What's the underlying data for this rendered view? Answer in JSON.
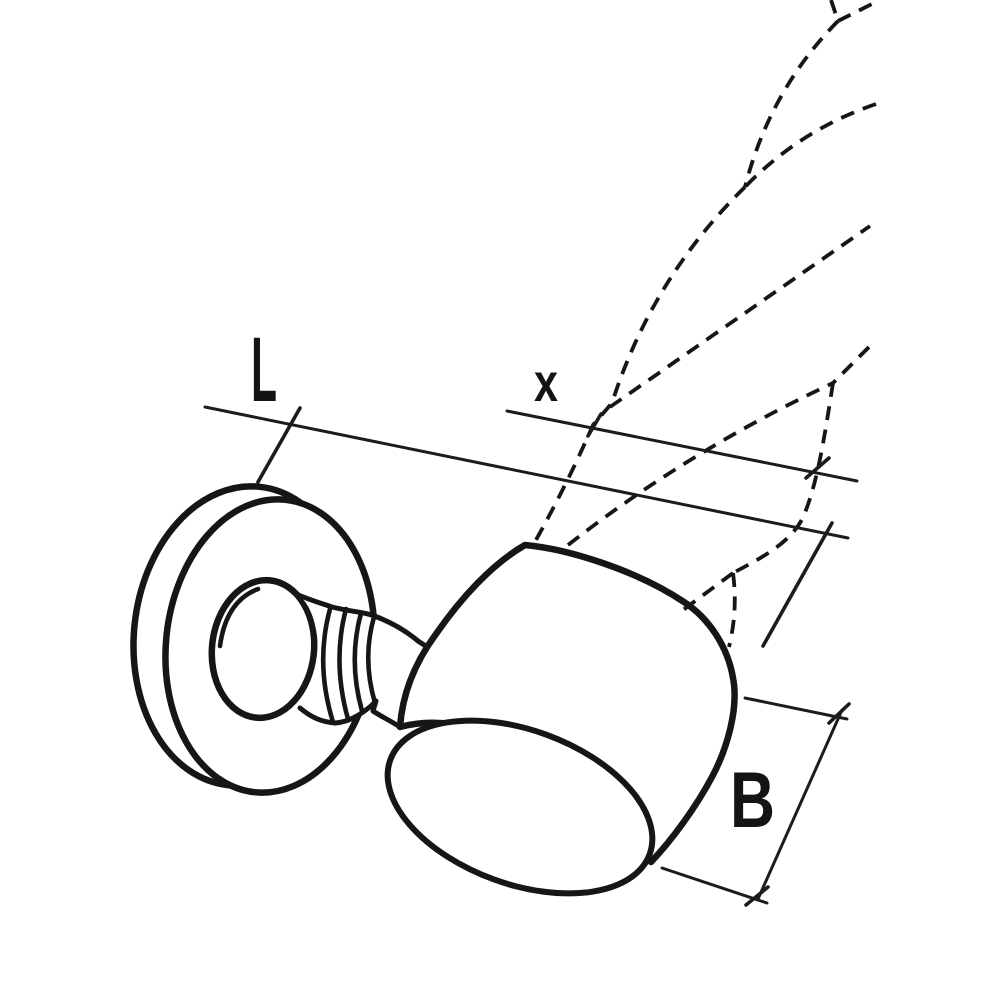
{
  "page": {
    "background_color": "#ffffff",
    "ink_color": "#161616"
  },
  "diagram": {
    "type": "technical-line-drawing",
    "subject": "swivel roller glide with flange disc, grooved stem and cylindrical wheel",
    "labels": {
      "length": "L",
      "offset": "x",
      "width": "B"
    },
    "line_styles": {
      "object_outline": "solid thick",
      "dimension_lines": "solid thin with oblique ticks",
      "phantom_lines": "dashed"
    }
  }
}
